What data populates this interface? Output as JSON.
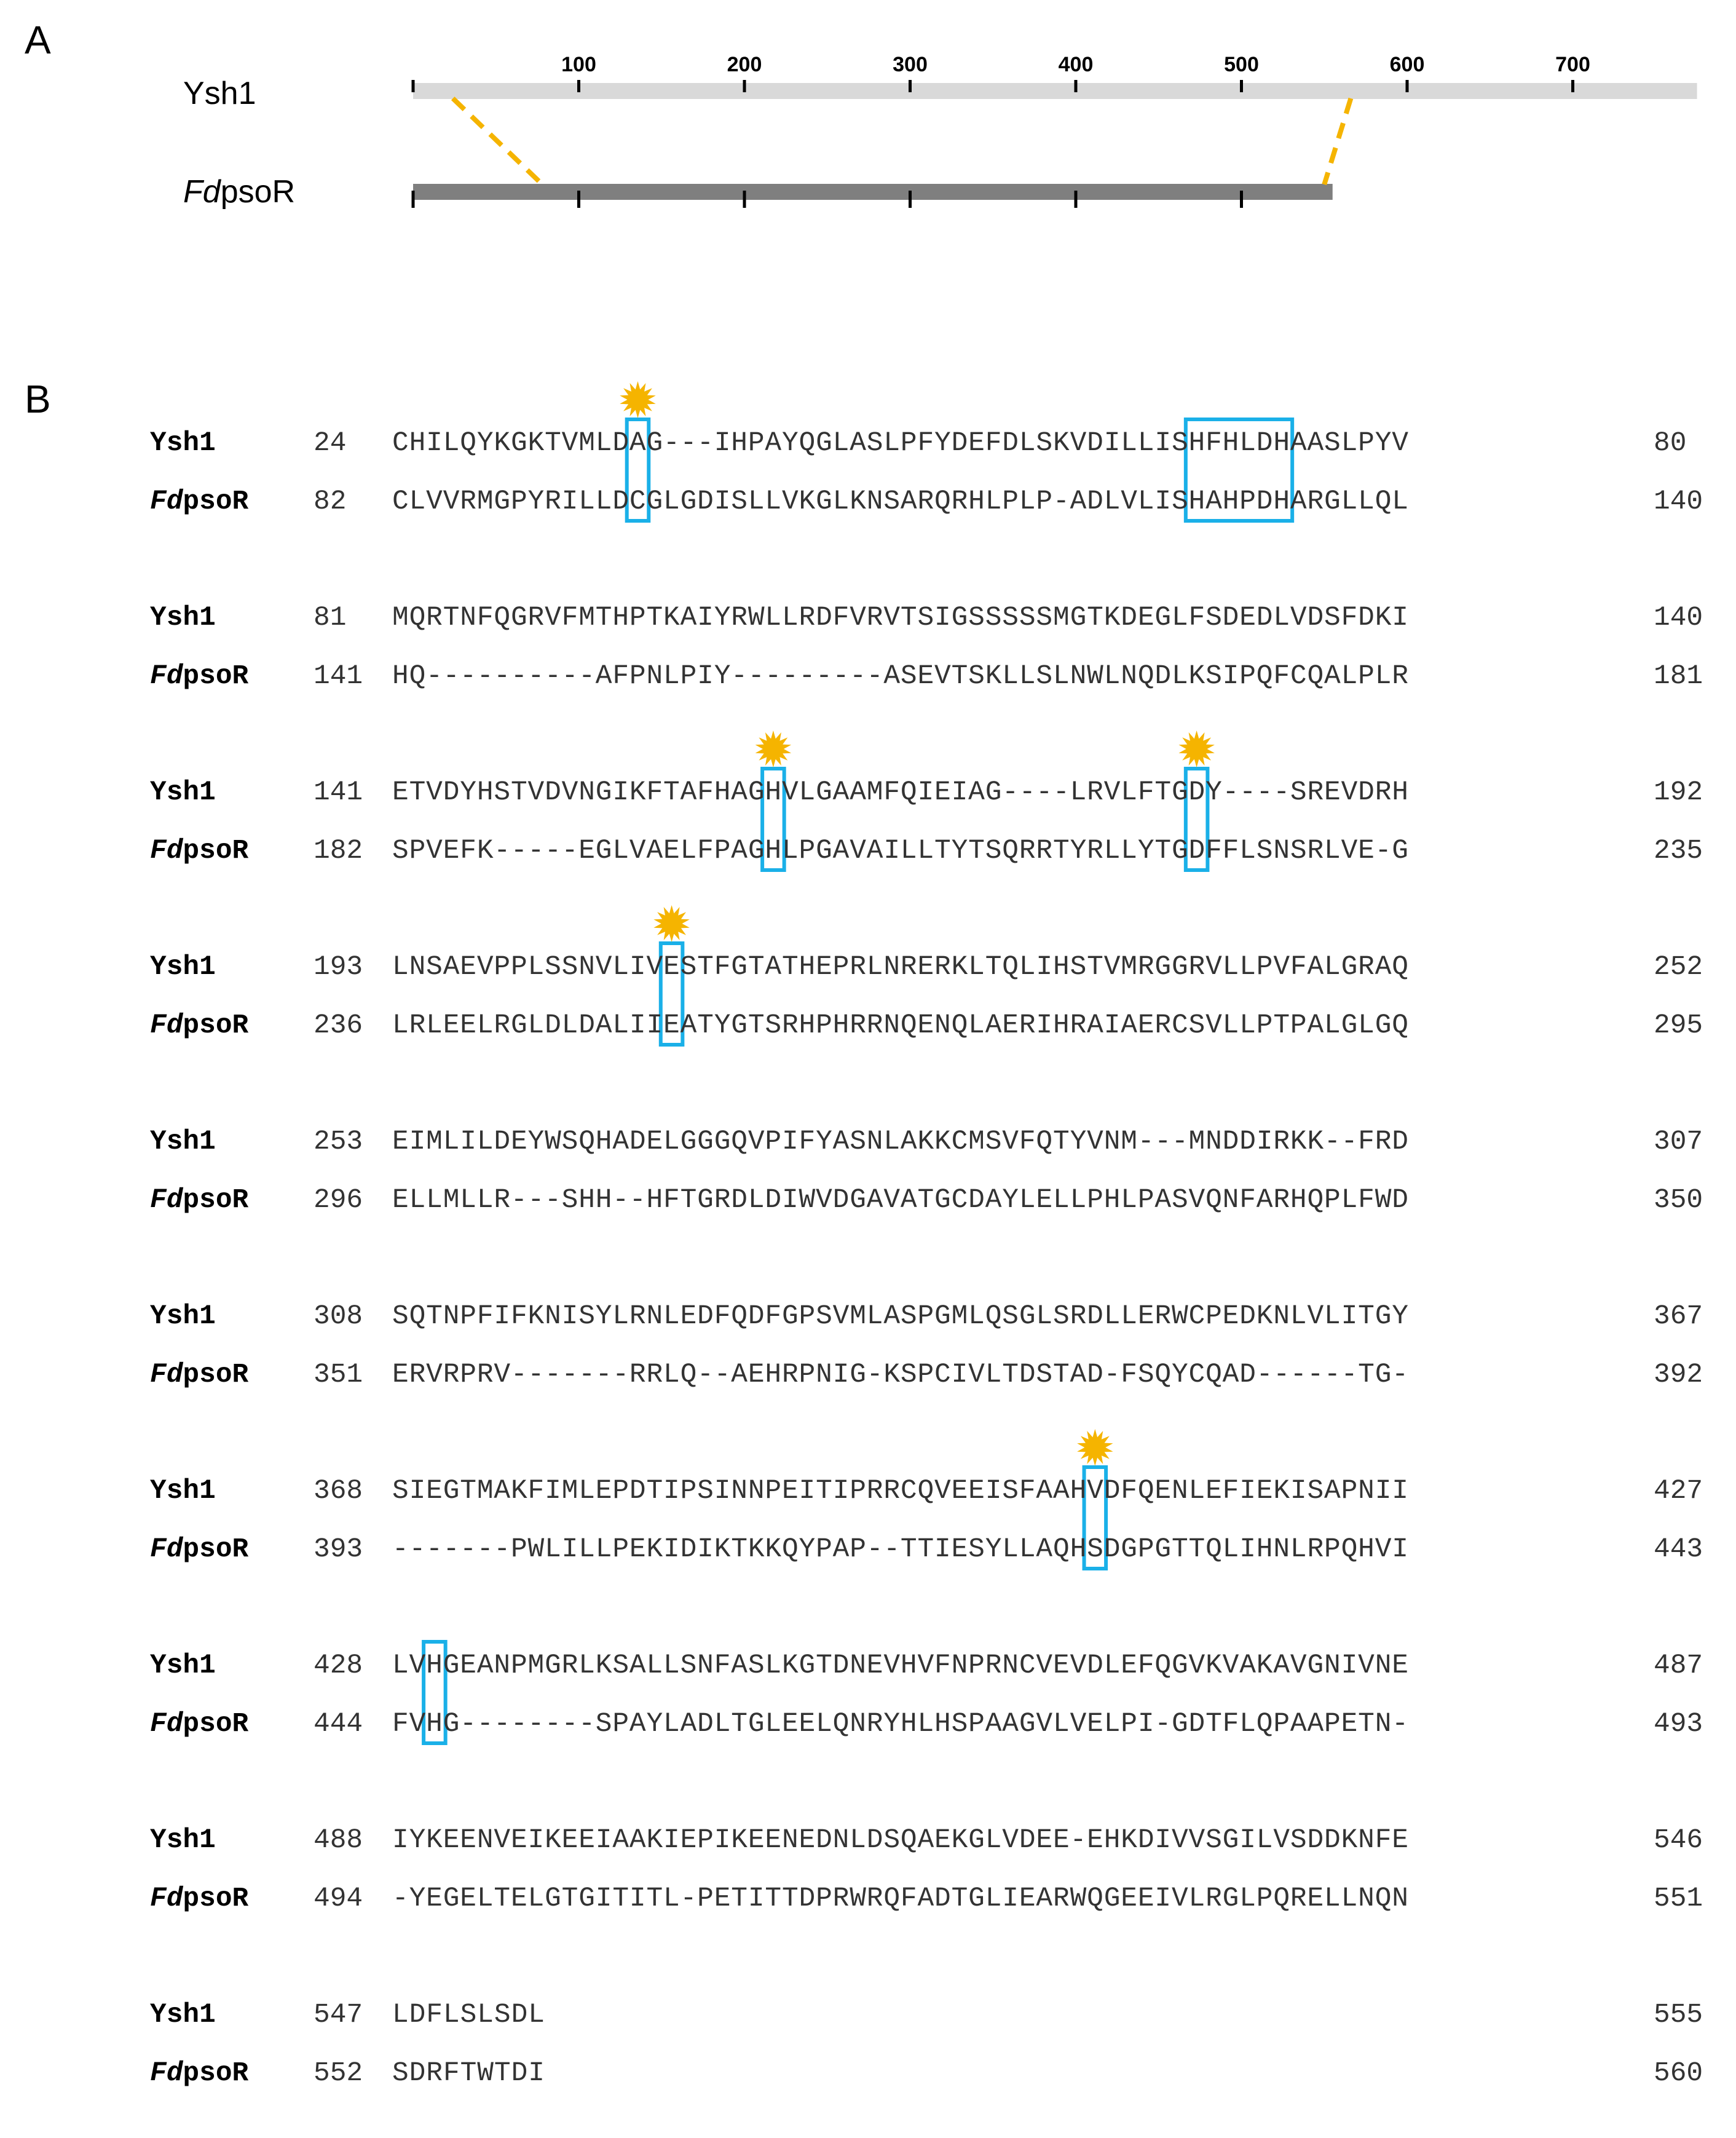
{
  "panel_a": {
    "label": "A",
    "tracks": [
      {
        "name": "Ysh1",
        "italic_prefix": "",
        "rest": "Ysh1",
        "length": 775,
        "color": "#d9d9d9"
      },
      {
        "name": "FdpsoR",
        "italic_prefix": "Fd",
        "rest": "psoR",
        "length": 555,
        "color": "#7f7f7f"
      }
    ],
    "scale_ticks": [
      100,
      200,
      300,
      400,
      500,
      600,
      700
    ],
    "tick_labels": [
      "100",
      "200",
      "300",
      "400",
      "500",
      "600",
      "700"
    ],
    "mapping_color": "#f5b400",
    "mappings": [
      {
        "ysh1": 24,
        "fdpsor": 78
      },
      {
        "ysh1": 566,
        "fdpsor": 550
      }
    ]
  },
  "panel_b": {
    "label": "B",
    "names": {
      "top": "Ysh1",
      "bottom_italic": "Fd",
      "bottom_rest": "psoR"
    },
    "highlight_color": "#1ab0e8",
    "star_color": "#f5b400",
    "blocks": [
      {
        "top": {
          "start": "24",
          "seq": "CHILQYKGKTVMLDAG---IHPAYQGLASLPFYDEFDLSKVDILLISHFHLDHAASLPYV",
          "end": "80"
        },
        "bottom": {
          "start": "82",
          "seq": "CLVVRMGPYRILLDCGLGDISLLVKGLKNSARQRHLPLP-ADLVLISHAHPDHARGLLQL",
          "end": "140"
        }
      },
      {
        "top": {
          "start": "81",
          "seq": "MQRTNFQGRVFMTHPTKAIYRWLLRDFVRVTSIGSSSSSMGTKDEGLFSDEDLVDSFDKI",
          "end": "140"
        },
        "bottom": {
          "start": "141",
          "seq": "HQ----------AFPNLPIY---------ASEVTSKLLSLNWLNQDLKSIPQFCQALPLR",
          "end": "181"
        }
      },
      {
        "top": {
          "start": "141",
          "seq": "ETVDYHSTVDVNGIKFTAFHAGHVLGAAMFQIEIAG----LRVLFTGDY----SREVDRH",
          "end": "192"
        },
        "bottom": {
          "start": "182",
          "seq": "SPVEFK-----EGLVAELFPAGHLPGAVAILLTYTSQRRTYRLLYTGDFFLSNSRLVE-G",
          "end": "235"
        }
      },
      {
        "top": {
          "start": "193",
          "seq": "LNSAEVPPLSSNVLIVESTFGTATHEPRLNRERKLTQLIHSTVMRGGRVLLPVFALGRAQ",
          "end": "252"
        },
        "bottom": {
          "start": "236",
          "seq": "LRLEELRGLDLDALIIEATYGTSRHPHRRNQENQLAERIHRAIAERCSVLLPTPALGLGQ",
          "end": "295"
        }
      },
      {
        "top": {
          "start": "253",
          "seq": "EIMLILDEYWSQHADELGGGQVPIFYASNLAKKCMSVFQTYVNM---MNDDIRKK--FRD",
          "end": "307"
        },
        "bottom": {
          "start": "296",
          "seq": "ELLMLLR---SHH--HFTGRDLDIWVDGAVATGCDAYLELLPHLPASVQNFARHQPLFWD",
          "end": "350"
        }
      },
      {
        "top": {
          "start": "308",
          "seq": "SQTNPFIFKNISYLRNLEDFQDFGPSVMLASPGMLQSGLSRDLLERWCPEDKNLVLITGY",
          "end": "367"
        },
        "bottom": {
          "start": "351",
          "seq": "ERVRPRV-------RRLQ--AEHRPNIG-KSPCIVLTDSTAD-FSQYCQAD------TG-",
          "end": "392"
        }
      },
      {
        "top": {
          "start": "368",
          "seq": "SIEGTMAKFIMLEPDTIPSINNPEITIPRRCQVEEISFAAHVDFQENLEFIEKISAPNII",
          "end": "427"
        },
        "bottom": {
          "start": "393",
          "seq": "-------PWLILLPEKIDIKTKKQYPAP--TTIESYLLAQHSDGPGTTQLIHNLRPQHVI",
          "end": "443"
        }
      },
      {
        "top": {
          "start": "428",
          "seq": "LVHGEANPMGRLKSALLSNFASLKGTDNEVHVFNPRNCVEVDLEFQGVKVAKAVGNIVNE",
          "end": "487"
        },
        "bottom": {
          "start": "444",
          "seq": "FVHG--------SPAYLADLTGLEELQNRYHLHSPAAGVLVELPI-GDTFLQPAAPETN-",
          "end": "493"
        }
      },
      {
        "top": {
          "start": "488",
          "seq": "IYKEENVEIKEEIAAKIEPIKEENEDNLDSQAEKGLVDEE-EHKDIVVSGILVSDDKNFE",
          "end": "546"
        },
        "bottom": {
          "start": "494",
          "seq": "-YEGELTELGTGITITL-PETITTDPRWRQFADTGLIEARWQGEEIVLRGLPQRELLNQN",
          "end": "551"
        }
      },
      {
        "top": {
          "start": "547",
          "seq": "LDFLSLSDL",
          "end": "555"
        },
        "bottom": {
          "start": "552",
          "seq": "SDRFTWTDI",
          "end": "560"
        }
      }
    ],
    "highlights": [
      {
        "block": 0,
        "col": 14,
        "width": 1,
        "star": true
      },
      {
        "block": 0,
        "col": 47,
        "width": 6,
        "star": false
      },
      {
        "block": 2,
        "col": 22,
        "width": 1,
        "star": true
      },
      {
        "block": 2,
        "col": 47,
        "width": 1,
        "star": true
      },
      {
        "block": 3,
        "col": 16,
        "width": 1,
        "star": true
      },
      {
        "block": 6,
        "col": 41,
        "width": 1,
        "star": true
      },
      {
        "block": 7,
        "col": 2,
        "width": 1,
        "star": false
      }
    ]
  }
}
